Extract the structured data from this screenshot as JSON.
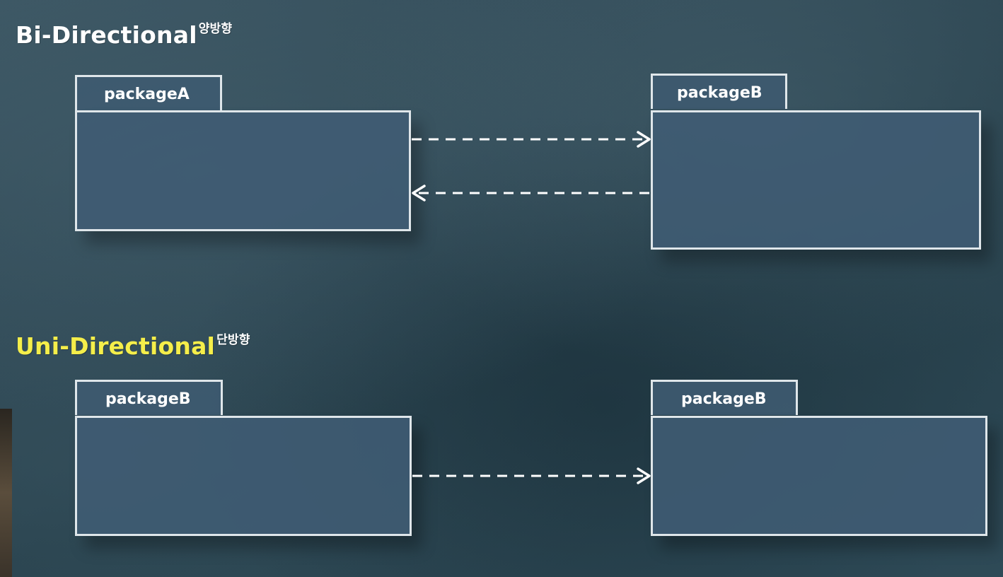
{
  "sections": {
    "bi": {
      "title": "Bi-Directional",
      "subtitle": "양방향"
    },
    "uni": {
      "title": "Uni-Directional",
      "subtitle": "단방향"
    }
  },
  "packages": {
    "bi_left": "packageA",
    "bi_right": "packageB",
    "uni_left": "packageB",
    "uni_right": "packageB"
  },
  "colors": {
    "bi_title": "#ffffff",
    "uni_title": "#f5ee4a",
    "box_border": "#dfe6ea",
    "box_fill": "#405c74",
    "arrow": "#ffffff"
  }
}
